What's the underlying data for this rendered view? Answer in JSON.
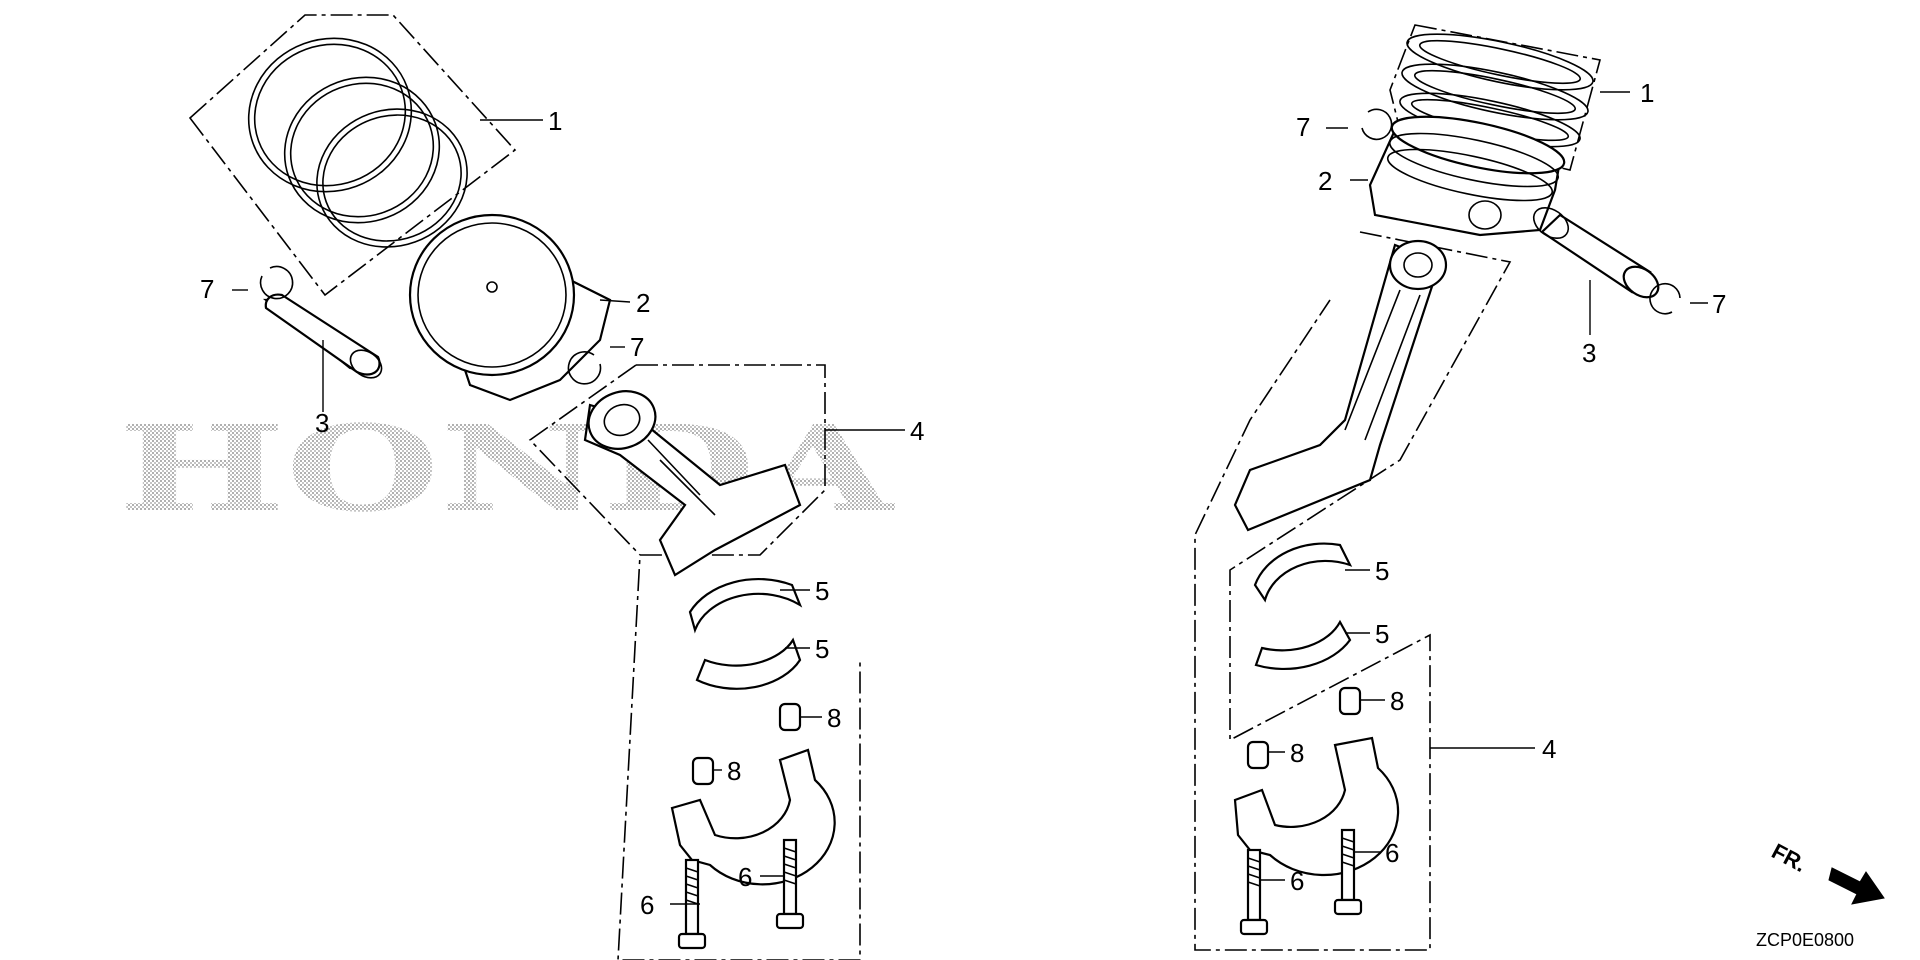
{
  "diagram": {
    "watermark": "HONDA",
    "diagram_code": "ZCP0E0800",
    "front_marker": "FR.",
    "left_group": {
      "callouts": [
        "1",
        "2",
        "3",
        "4",
        "5",
        "5",
        "6",
        "6",
        "7",
        "7",
        "8",
        "8"
      ]
    },
    "right_group": {
      "callouts": [
        "1",
        "2",
        "3",
        "4",
        "5",
        "5",
        "6",
        "6",
        "7",
        "7",
        "8",
        "8"
      ]
    }
  }
}
